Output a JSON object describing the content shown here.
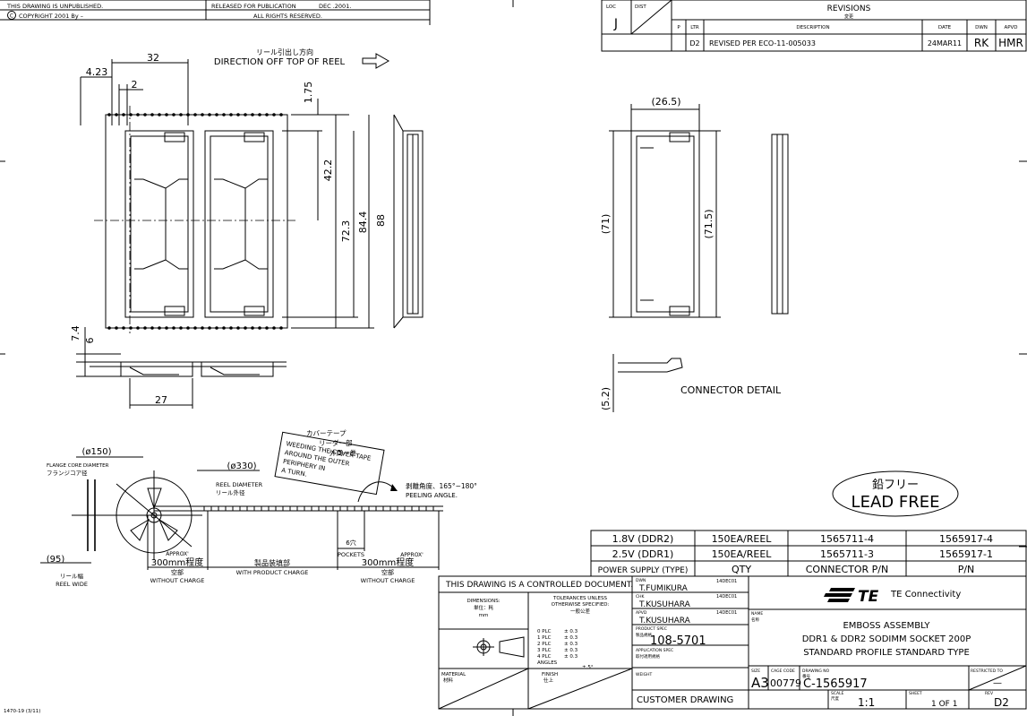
{
  "header": {
    "unpublished": "THIS DRAWING IS UNPUBLISHED.",
    "released": "RELEASED FOR PUBLICATION",
    "release_date": "DEC .2001.",
    "copyright": "COPYRIGHT  2001   By –",
    "rights": "ALL RIGHTS RESERVED."
  },
  "revisions": {
    "loc_label": "LOC",
    "loc_value": "J",
    "dist_label": "DIST",
    "title": "REVISIONS",
    "title_jp": "変更",
    "col_p": "P",
    "col_ltr": "LTR",
    "col_desc": "DESCRIPTION",
    "col_date": "DATE",
    "col_dwn": "DWN",
    "col_apvd": "APVD",
    "row": {
      "ltr": "D2",
      "desc": "REVISED PER ECO-11-005033",
      "date": "24MAR11",
      "dwn": "RK",
      "apvd": "HMR"
    }
  },
  "reel_view": {
    "direction_jp": "リール引出し方向",
    "direction": "DIRECTION OFF TOP OF REEL",
    "dim_32": "32",
    "dim_423": "4.23",
    "dim_2": "2",
    "dim_175": "1.75",
    "dim_422": "42.2",
    "dim_723": "72.3",
    "dim_844": "84.4",
    "dim_88": "88",
    "dim_74": "7.4",
    "dim_6": "6",
    "dim_27": "27"
  },
  "connector_view": {
    "dim_265": "(26.5)",
    "dim_71": "(71)",
    "dim_715": "(71.5)",
    "dim_52": "(5.2)",
    "label": "CONNECTOR DETAIL"
  },
  "reel_drawing": {
    "dim_150": "(ø150)",
    "flange_en": "FLANGE CORE DIAMETER",
    "flange_jp": "フランジコア径",
    "dim_330": "(ø330)",
    "reel_dia_en": "REEL DIAMETER",
    "reel_dia_jp": "リール外径",
    "cover_jp": "カバーテープ",
    "leader_jp": "リーダー部",
    "outer_jp": "外周一巻",
    "weeding": "WEEDING THE COVER TAPE",
    "around": "AROUND THE OUTER",
    "periphery": "PERIPHERY IN",
    "a_turn": "A TURN.",
    "peel_jp": "剥離角度、165°~180°",
    "peel_en": "PEELING ANGLE.",
    "dim_95": "(95)",
    "reel_wide_jp": "リール幅",
    "reel_wide": "REEL WIDE",
    "approx1": "APPROX'",
    "len1": "300mm程度",
    "empty1_jp": "空部",
    "empty1": "WITHOUT CHARGE",
    "product_jp": "製品装填部",
    "product": "WITH PRODUCT CHARGE",
    "pockets_jp": "6穴",
    "pockets": "POCKETS",
    "approx2": "APPROX'",
    "len2": "300mm程度",
    "empty2_jp": "空部",
    "empty2": "WITHOUT CHARGE"
  },
  "lead_free": {
    "jp": "鉛フリー",
    "en": "LEAD FREE"
  },
  "parts_table": {
    "rows": [
      {
        "power": "1.8V  (DDR2)",
        "qty": "150EA/REEL",
        "connector": "1565711-4",
        "pn": "1565917-4"
      },
      {
        "power": "2.5V  (DDR1)",
        "qty": "150EA/REEL",
        "connector": "1565711-3",
        "pn": "1565917-1"
      }
    ],
    "header": {
      "power": "POWER SUPPLY (TYPE)",
      "qty": "QTY",
      "connector": "CONNECTOR P/N",
      "pn": "P/N"
    }
  },
  "title_block": {
    "controlled": "THIS DRAWING IS A CONTROLLED DOCUMENT.",
    "dims_label": "DIMENSIONS:",
    "dims_jp": "単位：粍",
    "dims_unit": "mm",
    "tol_1": "TOLERANCES UNLESS",
    "tol_2": "OTHERWISE SPECIFIED:",
    "tol_jp": "一般公差",
    "tolerances": [
      {
        "plc": "0 PLC",
        "val": "± 0.3"
      },
      {
        "plc": "1 PLC",
        "val": "± 0.3"
      },
      {
        "plc": "2 PLC",
        "val": "± 0.3"
      },
      {
        "plc": "3 PLC",
        "val": "± 0.3"
      },
      {
        "plc": "4 PLC",
        "val": "± 0.3"
      },
      {
        "plc": "ANGLES",
        "val": "± 5°"
      }
    ],
    "material": "MATERIAL",
    "material_jp": "材料",
    "finish": "FINISH",
    "finish_jp": "仕上",
    "dwn_label": "DWN",
    "dwn_name": "T.FUMIKURA",
    "dwn_date": "14DEC01",
    "chk_label": "CHK",
    "chk_name": "T.KUSUHARA",
    "chk_date": "14DEC01",
    "apvd_label": "APVD",
    "apvd_name": "T.KUSUHARA",
    "apvd_date": "14DEC01",
    "product_spec": "PRODUCT SPEC",
    "product_spec_jp": "製品規格",
    "product_spec_val": "108-5701",
    "app_spec": "APPLICATION SPEC",
    "app_spec_jp": "取付適用規格",
    "weight": "WEIGHT",
    "customer": "CUSTOMER DRAWING",
    "company": "TE Connectivity",
    "name_label": "NAME",
    "name_jp": "名称",
    "name_1": "EMBOSS ASSEMBLY",
    "name_2": "DDR1 & DDR2 SODIMM SOCKET 200P",
    "name_3": "STANDARD PROFILE STANDARD TYPE",
    "size_label": "SIZE",
    "size_val": "A3",
    "cage_label": "CAGE CODE",
    "cage_val": "00779",
    "dwg_label": "DRAWING NO",
    "dwg_jp": "番号",
    "dwg_val": "C-1565917",
    "restricted": "RESTRICTED TO",
    "restricted_val": "—",
    "scale_label": "SCALE",
    "scale_jp": "尺度",
    "scale_val": "1:1",
    "sheet_label": "SHEET",
    "sheet_val": "1  OF  1",
    "rev_label": "REV",
    "rev_val": "D2"
  },
  "footer": {
    "form": "1470-19  (3/11)"
  }
}
